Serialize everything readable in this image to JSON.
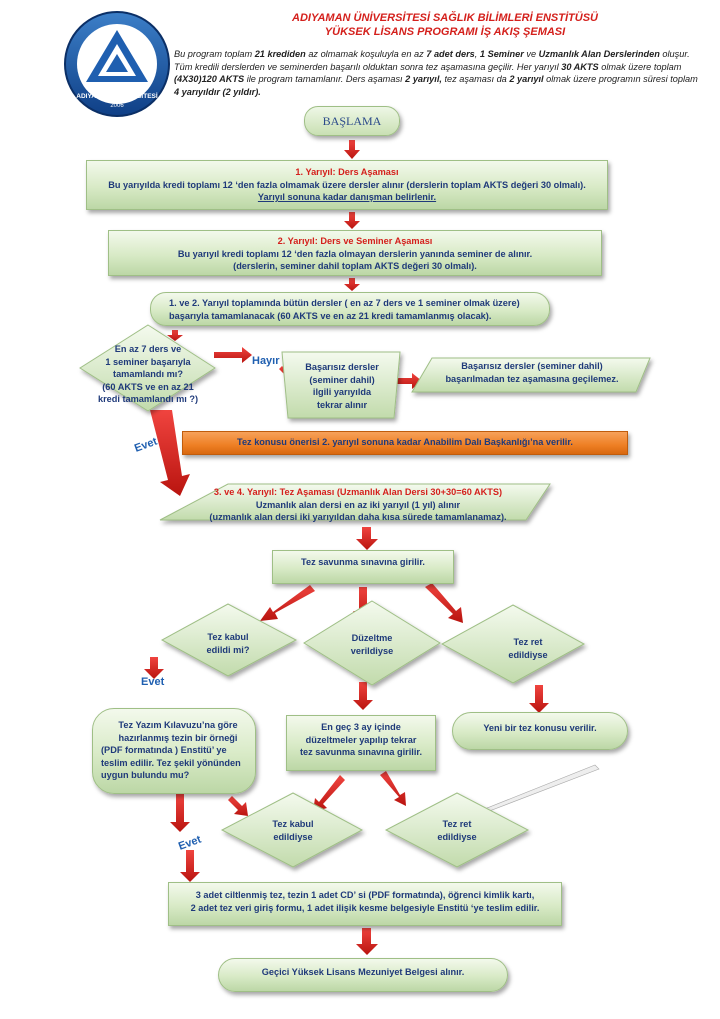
{
  "header": {
    "title_line1": "ADIYAMAN ÜNİVERSİTESİ SAĞLIK BİLİMLERİ ENSTİTÜSÜ",
    "title_line2": "YÜKSEK LİSANS PROGRAMI İŞ AKIŞ ŞEMASI",
    "logo_text_top": "ADIYAMAN ÜNİVERSİTESİ",
    "logo_text_year": "2006",
    "intro": [
      {
        "t": "Bu program toplam "
      },
      {
        "t": "21 krediden",
        "b": true
      },
      {
        "t": " az olmamak koşuluyla en az "
      },
      {
        "t": "7 adet ders",
        "b": true
      },
      {
        "t": ", "
      },
      {
        "t": "1 Seminer",
        "b": true
      },
      {
        "t": " ve "
      },
      {
        "t": "Uzmanlık Alan Derslerinden",
        "b": true
      },
      {
        "t": " oluşur. Tüm kredili derslerden ve seminerden başarılı olduktan sonra tez aşamasına geçilir. Her yarıyıl  "
      },
      {
        "t": "30 AKTS",
        "b": true
      },
      {
        "t": " olmak üzere toplam "
      },
      {
        "t": "(4X30)120 AKTS",
        "b": true
      },
      {
        "t": " ile program tamamlanır. Ders aşaması  "
      },
      {
        "t": "2 yarıyıl,",
        "b": true
      },
      {
        "t": " tez aşaması da "
      },
      {
        "t": "2 yarıyıl",
        "b": true
      },
      {
        "t": " olmak üzere programın süresi  toplam "
      },
      {
        "t": "4 yarıyıldır (2 yıldır).",
        "b": true
      }
    ]
  },
  "flow": {
    "start": "BAŞLAMA",
    "step1": {
      "title": "1. Yarıyıl: Ders Aşaması",
      "line1": "Bu yarıyılda kredi toplamı 12 ‘den fazla olmamak üzere dersler alınır (derslerin toplam  AKTS değeri 30  olmalı).",
      "line2": "Yarıyıl sonuna kadar danışman belirlenir."
    },
    "step2": {
      "title": "2. Yarıyıl: Ders ve Seminer Aşaması",
      "line1": "Bu yarıyıl kredi toplamı 12 ‘den fazla olmayan  derslerin yanında seminer de alınır.",
      "line2": "(derslerin, seminer dahil  toplam  AKTS değeri 30 olmalı)."
    },
    "step3": {
      "line1": "1. ve 2. Yarıyıl  toplamında bütün dersler ( en az 7 ders ve 1 seminer olmak üzere)",
      "line2": "başarıyla tamamlanacak (60 AKTS  ve  en az 21  kredi tamamlanmış olacak)."
    },
    "decision1": {
      "lines": [
        "En az 7 ders ve",
        "1 seminer başarıyla",
        "tamamlandı mı?",
        "(60 AKTS  ve  en az 21",
        "kredi tamamlandı mı ?)"
      ]
    },
    "no_label": "Hayır",
    "repeat_box": {
      "lines": [
        "Başarısız dersler",
        "(seminer dahil)",
        "ilgili yarıyılda",
        "tekrar alınır"
      ]
    },
    "no_thesis_box": {
      "lines": [
        "Başarısız dersler (seminer dahil)",
        "başarılmadan tez aşamasına geçilemez."
      ]
    },
    "yes_label": "Evet",
    "thesis_topic": "Tez konusu önerisi 2. yarıyıl sonuna  kadar  Anabilim Dalı Başkanlığı’na verilir.",
    "step4": {
      "title": "3. ve 4. Yarıyıl: Tez Aşaması (Uzmanlık Alan Dersi 30+30=60 AKTS)",
      "line1": "Uzmanlık alan dersi en az iki yarıyıl (1 yıl)  alınır",
      "line2": "(uzmanlık alan dersi iki yarıyıldan daha kısa sürede tamamlanamaz)."
    },
    "defense": "Tez savunma sınavına girilir.",
    "d_accepted": {
      "lines": [
        "Tez kabul",
        "edildi mi?"
      ]
    },
    "d_correction": {
      "lines": [
        "Düzeltme",
        "verildiyse"
      ]
    },
    "d_rejected": {
      "lines": [
        "Tez ret",
        "edildiyse"
      ]
    },
    "yes_label2": "Evet",
    "guide_box": {
      "lines": [
        "Tez Yazım Kılavuzu’na göre",
        "hazırlanmış tezin bir örneği",
        "(PDF formatında ) Enstitü’ ye",
        "teslim edilir. Tez şekil yönünden",
        "uygun bulundu mu?"
      ]
    },
    "correction_box": {
      "lines": [
        "En geç 3 ay içinde",
        "düzeltmeler yapılıp tekrar",
        "tez savunma sınavına girilir."
      ]
    },
    "new_topic": "Yeni bir tez konusu verilir.",
    "d_accepted2": {
      "lines": [
        "Tez kabul",
        "edildiyse"
      ]
    },
    "d_rejected2": {
      "lines": [
        "Tez ret",
        "edildiyse"
      ]
    },
    "yes_label3": "Evet",
    "submit_box": {
      "line1": "3 adet ciltlenmiş tez, tezin 1 adet  CD’ si (PDF formatında), öğrenci kimlik kartı,",
      "line2": "2 adet tez veri giriş formu, 1 adet ilişik kesme belgesiyle Enstitü ‘ye teslim edilir."
    },
    "end": "Geçici Yüksek Lisans Mezuniyet Belgesi alınır."
  },
  "colors": {
    "title_red": "#d4201c",
    "text_blue": "#1f3a7a",
    "arrow_red": "#d4201c",
    "box_green": "#cfe3bb",
    "orange": "#ee7f24"
  }
}
